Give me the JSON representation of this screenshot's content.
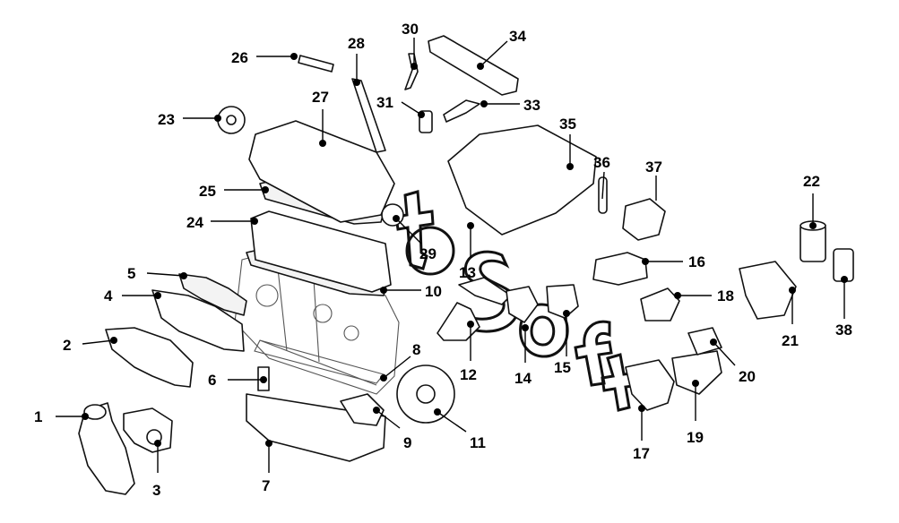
{
  "diagram": {
    "callouts": [
      {
        "id": "1",
        "label": "1"
      },
      {
        "id": "2",
        "label": "2"
      },
      {
        "id": "3",
        "label": "3"
      },
      {
        "id": "4",
        "label": "4"
      },
      {
        "id": "5",
        "label": "5"
      },
      {
        "id": "6",
        "label": "6"
      },
      {
        "id": "7",
        "label": "7"
      },
      {
        "id": "8",
        "label": "8"
      },
      {
        "id": "9",
        "label": "9"
      },
      {
        "id": "10",
        "label": "10"
      },
      {
        "id": "11",
        "label": "11"
      },
      {
        "id": "12",
        "label": "12"
      },
      {
        "id": "13",
        "label": "13"
      },
      {
        "id": "14",
        "label": "14"
      },
      {
        "id": "15",
        "label": "15"
      },
      {
        "id": "16",
        "label": "16"
      },
      {
        "id": "17",
        "label": "17"
      },
      {
        "id": "18",
        "label": "18"
      },
      {
        "id": "19",
        "label": "19"
      },
      {
        "id": "20",
        "label": "20"
      },
      {
        "id": "21",
        "label": "21"
      },
      {
        "id": "22",
        "label": "22"
      },
      {
        "id": "23",
        "label": "23"
      },
      {
        "id": "24",
        "label": "24"
      },
      {
        "id": "25",
        "label": "25"
      },
      {
        "id": "26",
        "label": "26"
      },
      {
        "id": "27",
        "label": "27"
      },
      {
        "id": "28",
        "label": "28"
      },
      {
        "id": "29",
        "label": "29"
      },
      {
        "id": "30",
        "label": "30"
      },
      {
        "id": "31",
        "label": "31"
      },
      {
        "id": "33",
        "label": "33"
      },
      {
        "id": "34",
        "label": "34"
      },
      {
        "id": "35",
        "label": "35"
      },
      {
        "id": "36",
        "label": "36"
      },
      {
        "id": "37",
        "label": "37"
      },
      {
        "id": "38",
        "label": "38"
      }
    ],
    "watermark": {
      "letters": [
        "t",
        "s",
        "o",
        "f",
        "t"
      ]
    }
  }
}
